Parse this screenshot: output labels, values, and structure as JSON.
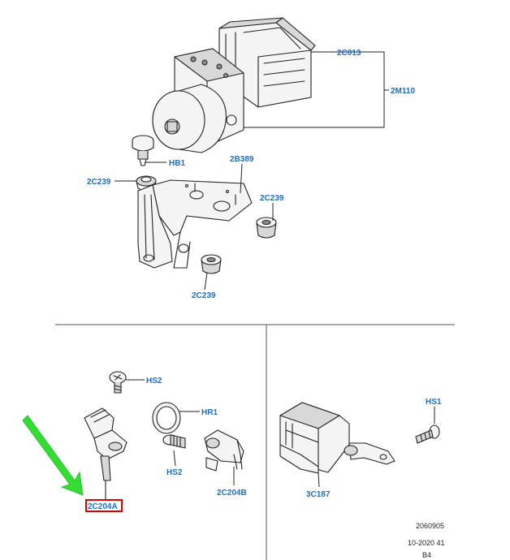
{
  "labels": {
    "top": {
      "hcu": "2C013",
      "module": "2M110",
      "bracket": "2B389",
      "bolt": "HB1",
      "grommet_left": "2C239",
      "grommet_right": "2C239",
      "grommet_bottom": "2C239"
    },
    "bottom_left": {
      "screw_top": "HS2",
      "oring": "HR1",
      "screw_bottom": "HS2",
      "sensor_a": "2C204A",
      "sensor_b": "2C204B"
    },
    "bottom_right": {
      "screw": "HS1",
      "module": "3C187"
    }
  },
  "reference": {
    "line1": "2060905",
    "line2": "10-2020 41",
    "line3": "B4"
  },
  "colors": {
    "label": "#1f6fbf",
    "highlight_box": "#e00000",
    "arrow": "#33dd33"
  },
  "highlighted_part": "2C204A"
}
